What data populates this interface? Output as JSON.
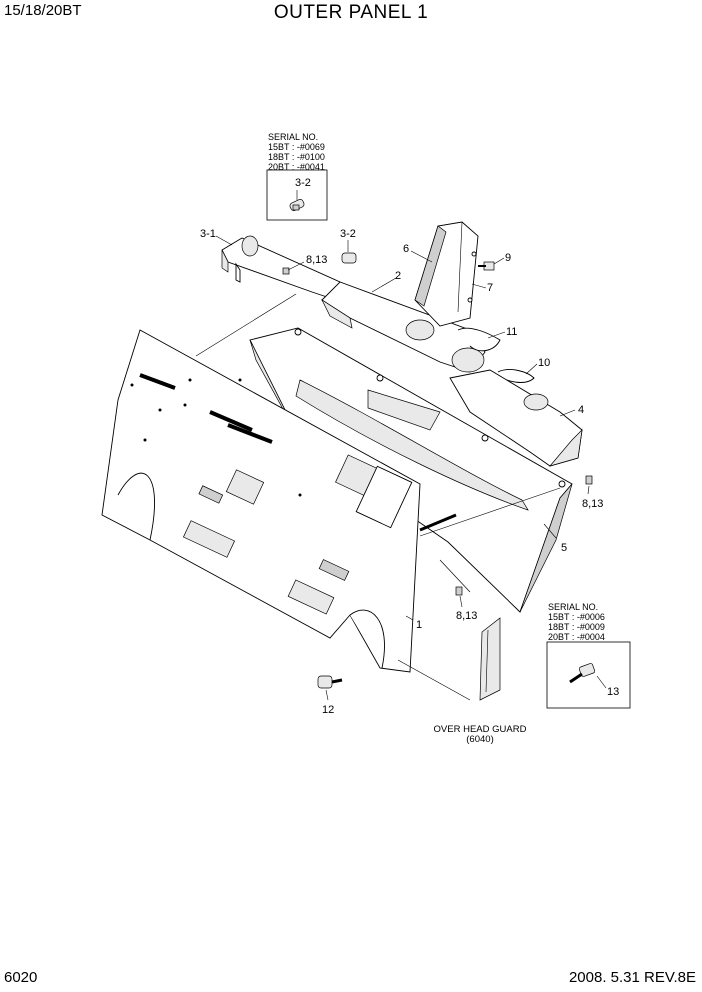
{
  "header": {
    "model": "15/18/20BT",
    "title": "OUTER PANEL 1"
  },
  "footer": {
    "page": "6020",
    "revision": "2008. 5.31  REV.8E"
  },
  "serial_box_top": {
    "heading": "SERIAL NO.",
    "lines": [
      "15BT : -#0069",
      "18BT : -#0100",
      "20BT : -#0041"
    ],
    "part_label": "3-2"
  },
  "serial_box_bottom": {
    "heading": "SERIAL NO.",
    "lines": [
      "15BT : -#0006",
      "18BT : -#0009",
      "20BT : -#0004"
    ],
    "part_label": "13"
  },
  "callouts": {
    "p1": "1",
    "p2": "2",
    "p3_1": "3-1",
    "p3_2": "3-2",
    "p4": "4",
    "p5": "5",
    "p6": "6",
    "p7": "7",
    "p8_13_a": "8,13",
    "p8_13_b": "8,13",
    "p8_13_c": "8,13",
    "p9": "9",
    "p10": "10",
    "p11": "11",
    "p12": "12"
  },
  "reference": {
    "line1": "OVER HEAD GUARD",
    "line2": "(6040)"
  }
}
